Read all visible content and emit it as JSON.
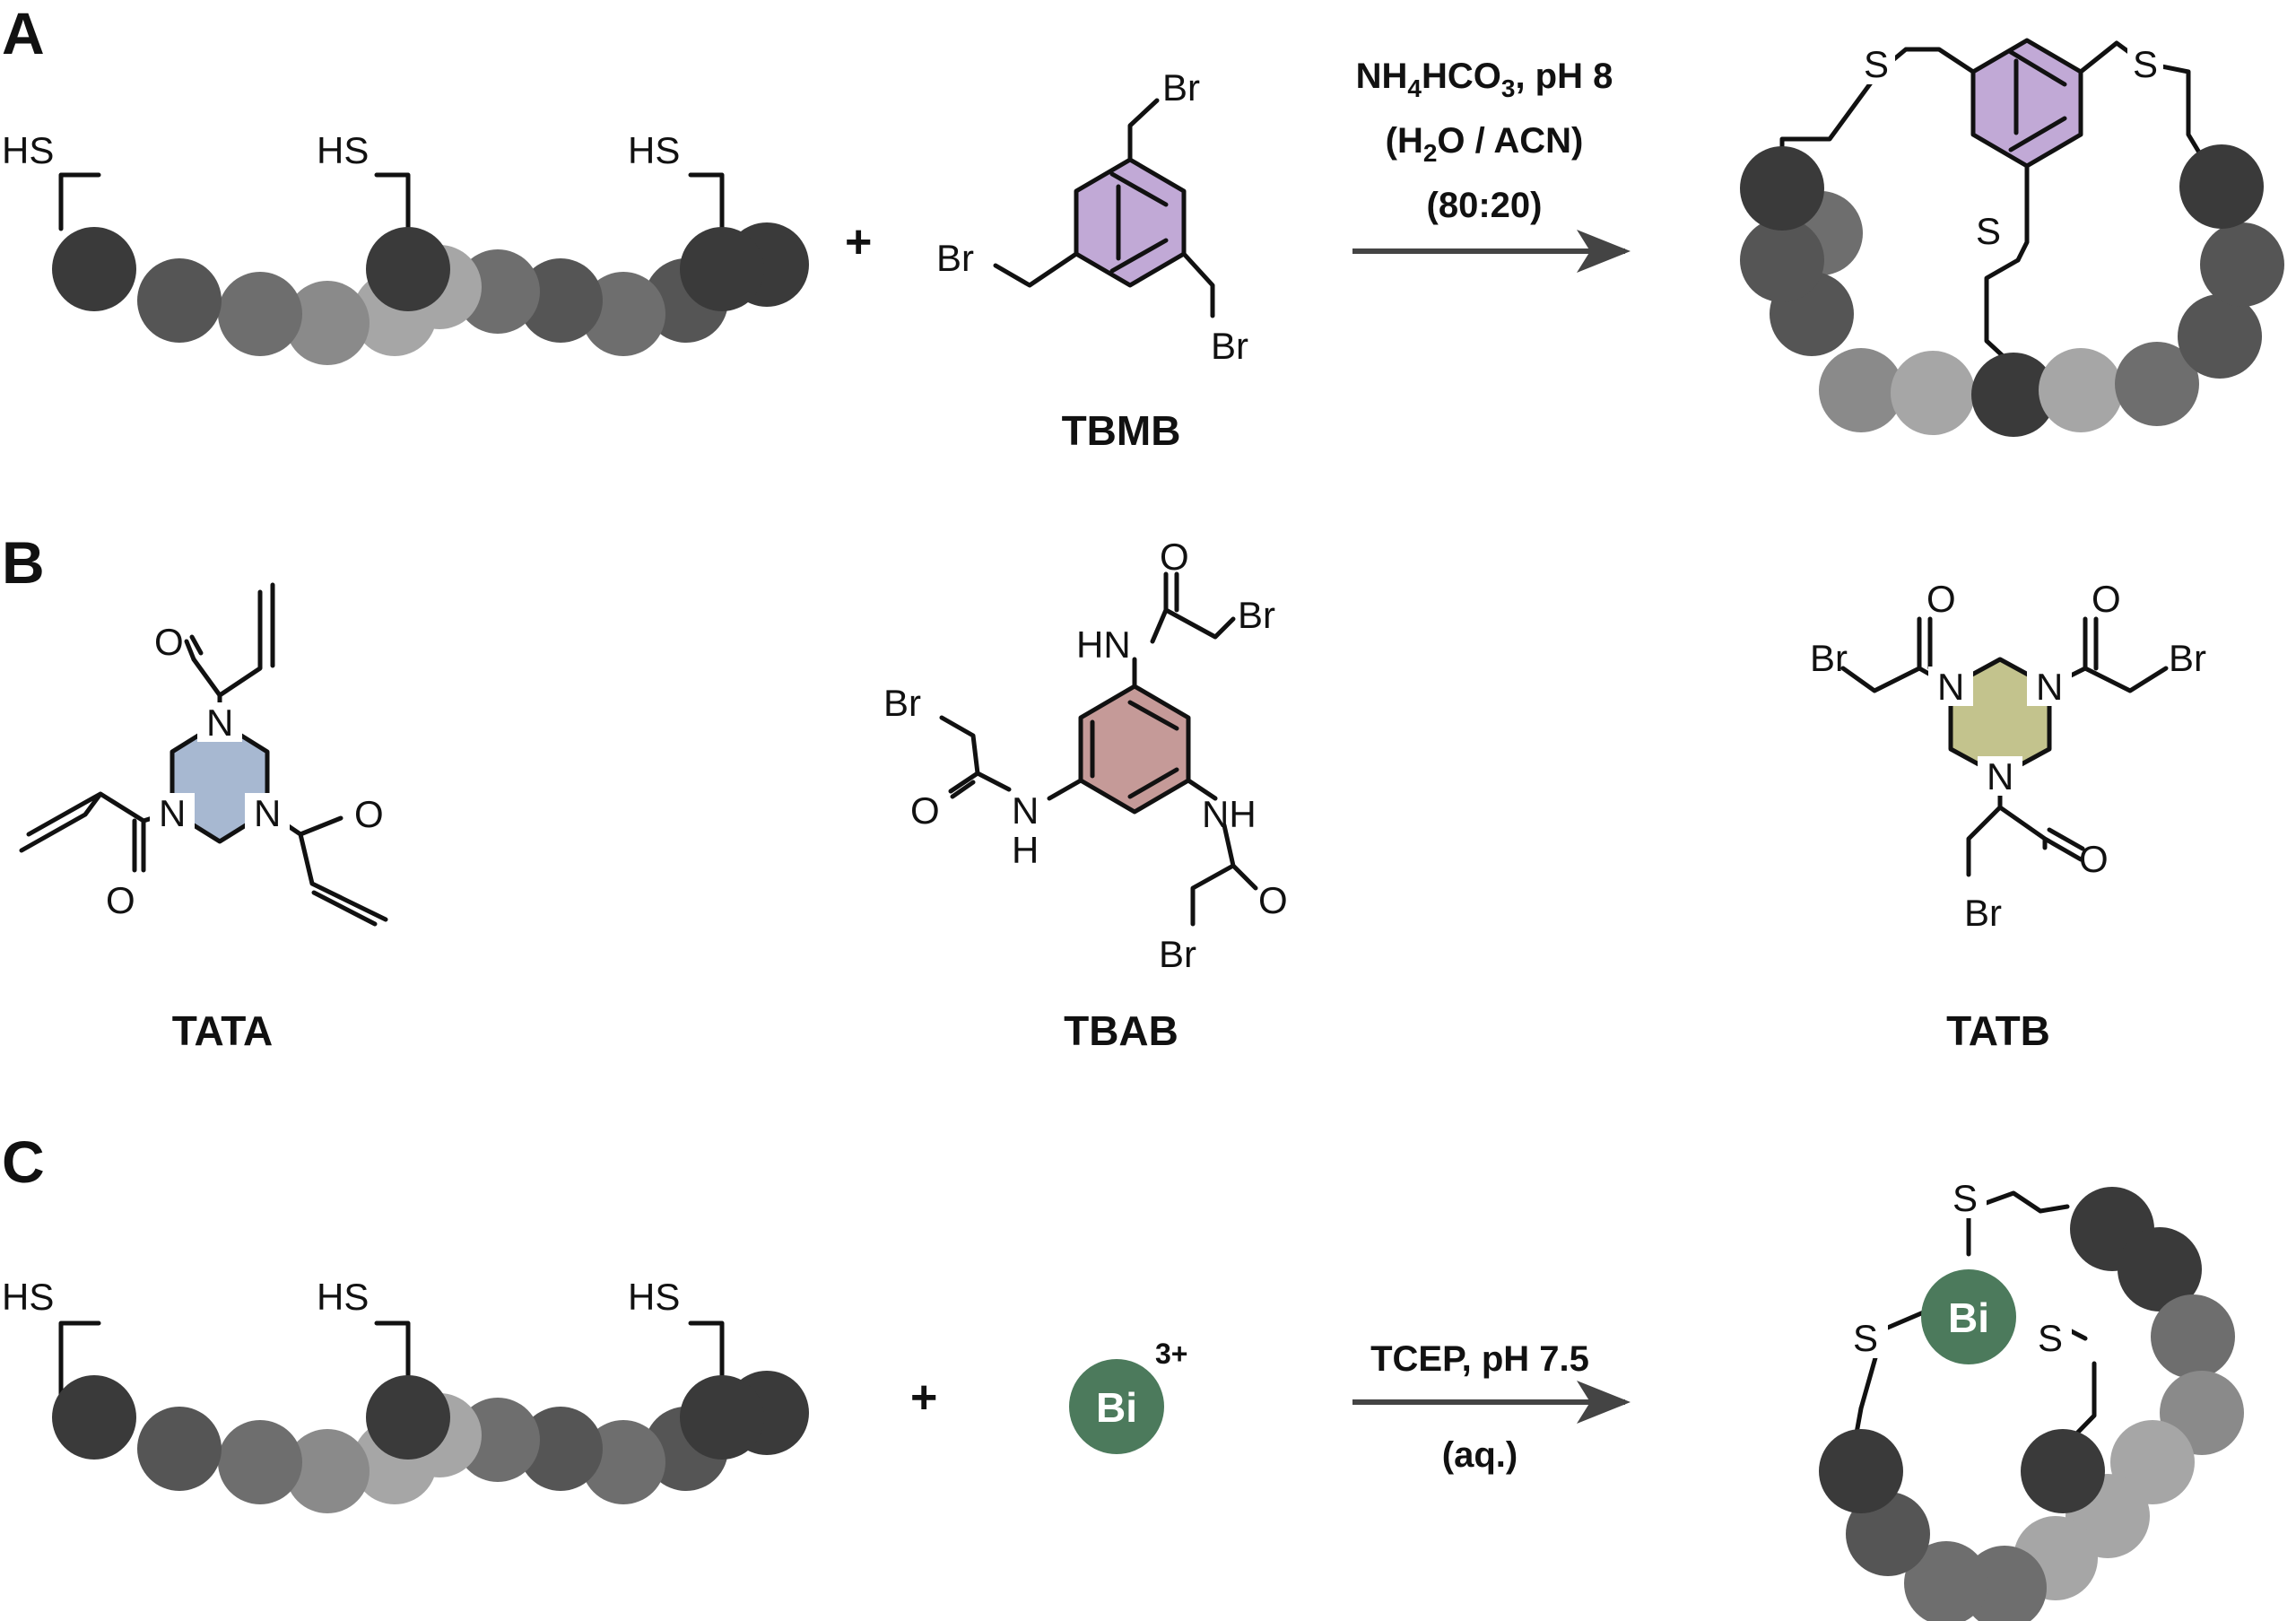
{
  "panels": {
    "a": "A",
    "b": "B",
    "c": "C"
  },
  "atoms": {
    "hs": "HS",
    "br": "Br",
    "s": "S",
    "n": "N",
    "o": "O",
    "hn": "HN",
    "nh": "NH",
    "h": "H",
    "bi": "Bi",
    "charge": "3+"
  },
  "compounds": {
    "tbmb": "TBMB",
    "tata": "TATA",
    "tbab": "TBAB",
    "tatb": "TATB"
  },
  "plus": "+",
  "conditions_a": {
    "line1_pre": "NH",
    "line1_sub1": "4",
    "line1_mid": "HCO",
    "line1_sub2": "3",
    "line1_post": ", pH 8",
    "line2_pre": "(H",
    "line2_sub": "2",
    "line2_post": "O / ACN)",
    "line3": "(80:20)"
  },
  "conditions_c": {
    "line1": "TCEP, pH 7.5",
    "line2": "(aq.)"
  },
  "colors": {
    "bead_darkest": "#3a3a3a",
    "bead_dark": "#555555",
    "bead_mid": "#6e6e6e",
    "bead_light": "#8a8a8a",
    "bead_lightest": "#a6a6a6",
    "tbmb_ring": "#c1a9d6",
    "tata_ring": "#a7b8d1",
    "tbab_ring": "#c59a98",
    "tatb_ring": "#c3c38d",
    "bismuth": "#4c7a5c",
    "arrow": "#444444"
  }
}
